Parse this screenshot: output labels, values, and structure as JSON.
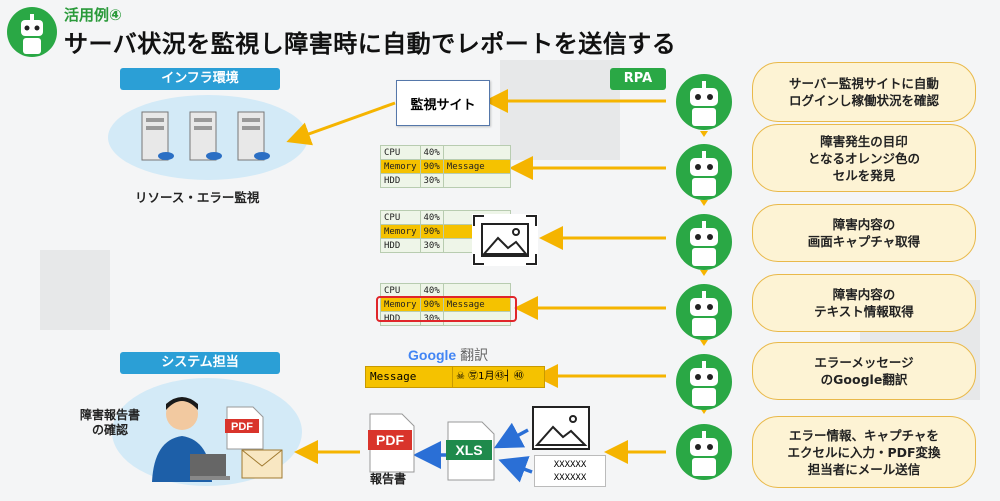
{
  "header": {
    "subtitle": "活用例④",
    "title": "サーバ状況を監視し障害時に自動でレポートを送信する"
  },
  "left": {
    "infra_label": "インフラ環境",
    "infra_caption": "リソース・エラー監視",
    "system_label": "システム担当",
    "person_caption_line1": "障害報告書",
    "person_caption_line2": "の確認"
  },
  "center": {
    "site_label": "監視サイト",
    "tables": [
      {
        "rows": [
          [
            "CPU",
            "40%",
            ""
          ],
          [
            "Memory",
            "90%",
            "Message"
          ],
          [
            "HDD",
            "30%",
            ""
          ]
        ]
      },
      {
        "rows": [
          [
            "CPU",
            "40%",
            ""
          ],
          [
            "Memory",
            "90%",
            ""
          ],
          [
            "HDD",
            "30%",
            ""
          ]
        ]
      },
      {
        "rows": [
          [
            "CPU",
            "40%",
            ""
          ],
          [
            "Memory",
            "90%",
            "Message"
          ],
          [
            "HDD",
            "30%",
            ""
          ]
        ]
      }
    ],
    "google_brand": "Google",
    "google_service": "翻訳",
    "translate_source": "Message",
    "translate_result": "☠ ㊢1月㊸┤ ㊵",
    "pdf_label": "PDF",
    "report_label": "報告書",
    "xls_label": "XLS",
    "sheet_text": [
      "XXXXXX",
      "XXXXXX"
    ],
    "pdf_small": "PDF"
  },
  "right": {
    "rpa_label": "RPA",
    "steps": [
      {
        "l1": "サーバー監視サイトに自動",
        "l2": "ログインし稼働状況を確認",
        "l3": ""
      },
      {
        "l1": "障害発生の目印",
        "l2": "となるオレンジ色の",
        "l3": "セルを発見"
      },
      {
        "l1": "障害内容の",
        "l2": "画面キャプチャ取得",
        "l3": ""
      },
      {
        "l1": "障害内容の",
        "l2": "テキスト情報取得",
        "l3": ""
      },
      {
        "l1": "エラーメッセージ",
        "l2": "のGoogle翻訳",
        "l3": ""
      },
      {
        "l1": "エラー情報、キャプチャを",
        "l2": "エクセルに入力・PDF変換",
        "l3": "担当者にメール送信"
      }
    ]
  },
  "colors": {
    "arrow": "#f5b400",
    "blue_arrow": "#2a6fd6",
    "highlight": "#f5c200",
    "accent_green": "#2aa845",
    "accent_blue": "#2b9fd6",
    "pdf_red": "#d9342b",
    "xls_green": "#1f8a4c"
  }
}
